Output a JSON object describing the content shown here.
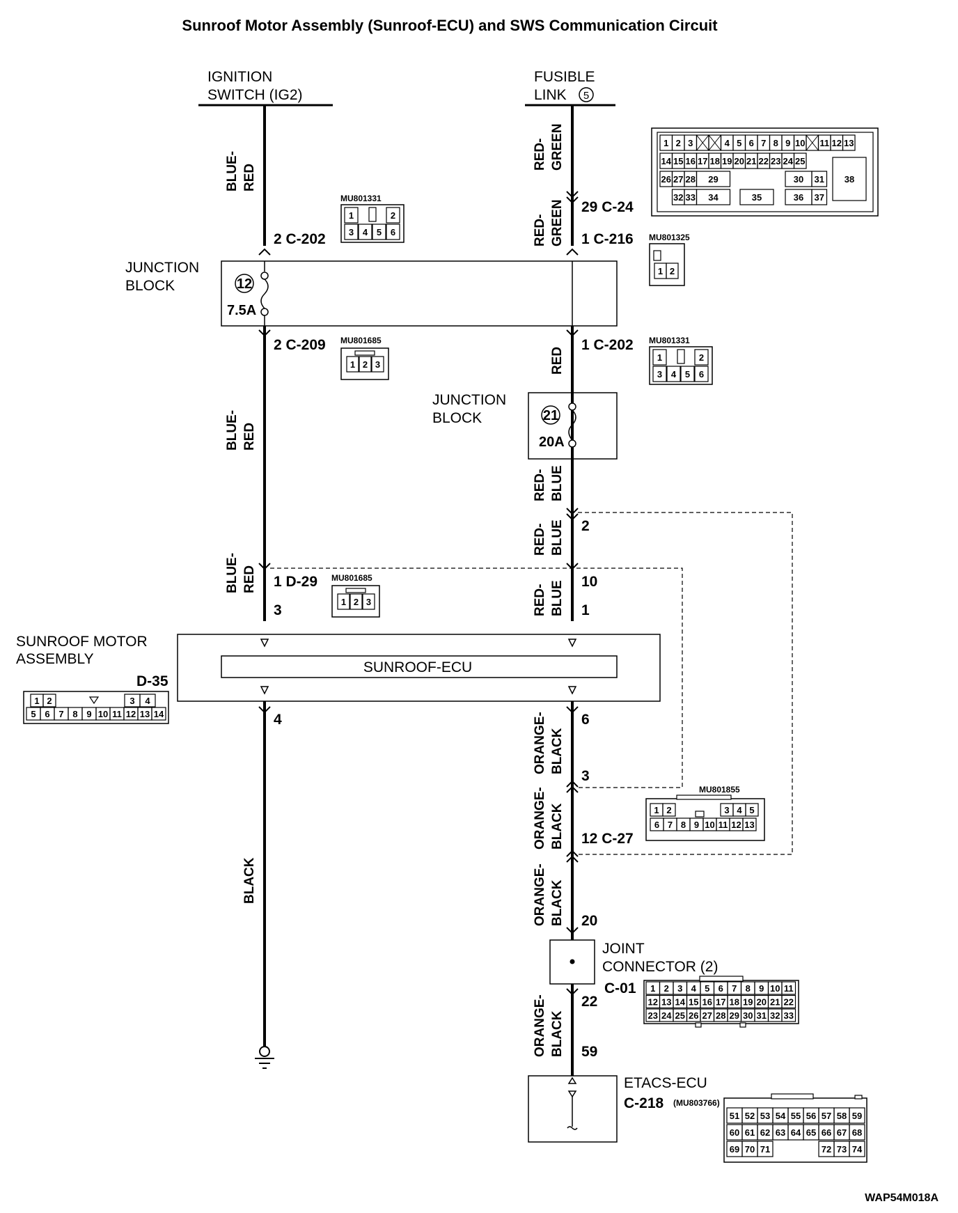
{
  "title": "Sunroof Motor Assembly (Sunroof-ECU) and SWS Communication Circuit",
  "figure_id": "WAP54M018A",
  "sources": {
    "ignition_line1": "IGNITION",
    "ignition_line2": "SWITCH (IG2)",
    "fusible_line1": "FUSIBLE",
    "fusible_line2": "LINK",
    "fusible_num": "5"
  },
  "junction_block": {
    "line1": "JUNCTION",
    "line2": "BLOCK"
  },
  "fuse12": {
    "num": "12",
    "rating": "7.5A"
  },
  "fuse21": {
    "num": "21",
    "rating": "20A"
  },
  "wires": {
    "blue_red_1": "BLUE-",
    "blue_red_2": "RED",
    "red_green_1": "RED-",
    "red_green_2": "GREEN",
    "red": "RED",
    "red_blue_1": "RED-",
    "red_blue_2": "BLUE",
    "orange_black_1": "ORANGE-",
    "orange_black_2": "BLACK",
    "black": "BLACK"
  },
  "pins": {
    "c202_left": "2 C-202",
    "c209": "2 C-209",
    "c24": "29 C-24",
    "c216": "1 C-216",
    "c202_right": "1 C-202",
    "p2": "2",
    "d29": "1 D-29",
    "p10": "10",
    "p3a": "3",
    "p1": "1",
    "p4": "4",
    "p6": "6",
    "p3b": "3",
    "c27": "12 C-27",
    "p20": "20",
    "p22": "22",
    "p59": "59"
  },
  "part_numbers": {
    "mu801331": "MU801331",
    "mu801325": "MU801325",
    "mu801685": "MU801685",
    "mu801855": "MU801855",
    "mu803766": "(MU803766)"
  },
  "sunroof": {
    "line1": "SUNROOF MOTOR",
    "line2": "ASSEMBLY",
    "connector": "D-35",
    "ecu": "SUNROOF-ECU"
  },
  "joint": {
    "line1": "JOINT",
    "line2": "CONNECTOR (2)",
    "connector": "C-01"
  },
  "etacs": {
    "name": "ETACS-ECU",
    "connector": "C-218"
  },
  "connector_pins": {
    "c24": [
      [
        "1",
        "2",
        "3",
        "",
        "4",
        "5",
        "6",
        "7",
        "8",
        "9",
        "10",
        "",
        "11",
        "12",
        "13"
      ],
      [
        "14",
        "15",
        "16",
        "17",
        "18",
        "19",
        "20",
        "21",
        "22",
        "23",
        "24",
        "25"
      ],
      [
        "26",
        "27",
        "28",
        "29",
        "30",
        "31"
      ],
      [
        "32",
        "33",
        "34",
        "35",
        "36",
        "37"
      ],
      [
        "38"
      ]
    ],
    "mu801331": [
      [
        "1",
        "2"
      ],
      [
        "3",
        "4",
        "5",
        "6"
      ]
    ],
    "mu801325": [
      "1",
      "2"
    ],
    "mu801685": [
      "1",
      "2",
      "3"
    ],
    "d35": [
      [
        "1",
        "2",
        "3",
        "4"
      ],
      [
        "5",
        "6",
        "7",
        "8",
        "9",
        "10",
        "11",
        "12",
        "13",
        "14"
      ]
    ],
    "mu801855": [
      [
        "1",
        "2",
        "3",
        "4",
        "5"
      ],
      [
        "6",
        "7",
        "8",
        "9",
        "10",
        "11",
        "12",
        "13"
      ]
    ],
    "c01": [
      [
        "1",
        "2",
        "3",
        "4",
        "5",
        "6",
        "7",
        "8",
        "9",
        "10",
        "11"
      ],
      [
        "12",
        "13",
        "14",
        "15",
        "16",
        "17",
        "18",
        "19",
        "20",
        "21",
        "22"
      ],
      [
        "23",
        "24",
        "25",
        "26",
        "27",
        "28",
        "29",
        "30",
        "31",
        "32",
        "33"
      ]
    ],
    "c218": [
      [
        "51",
        "52",
        "53",
        "54",
        "55",
        "56",
        "57",
        "58",
        "59"
      ],
      [
        "60",
        "61",
        "62",
        "63",
        "64",
        "65",
        "66",
        "67",
        "68"
      ],
      [
        "69",
        "70",
        "71",
        "72",
        "73",
        "74"
      ]
    ]
  }
}
